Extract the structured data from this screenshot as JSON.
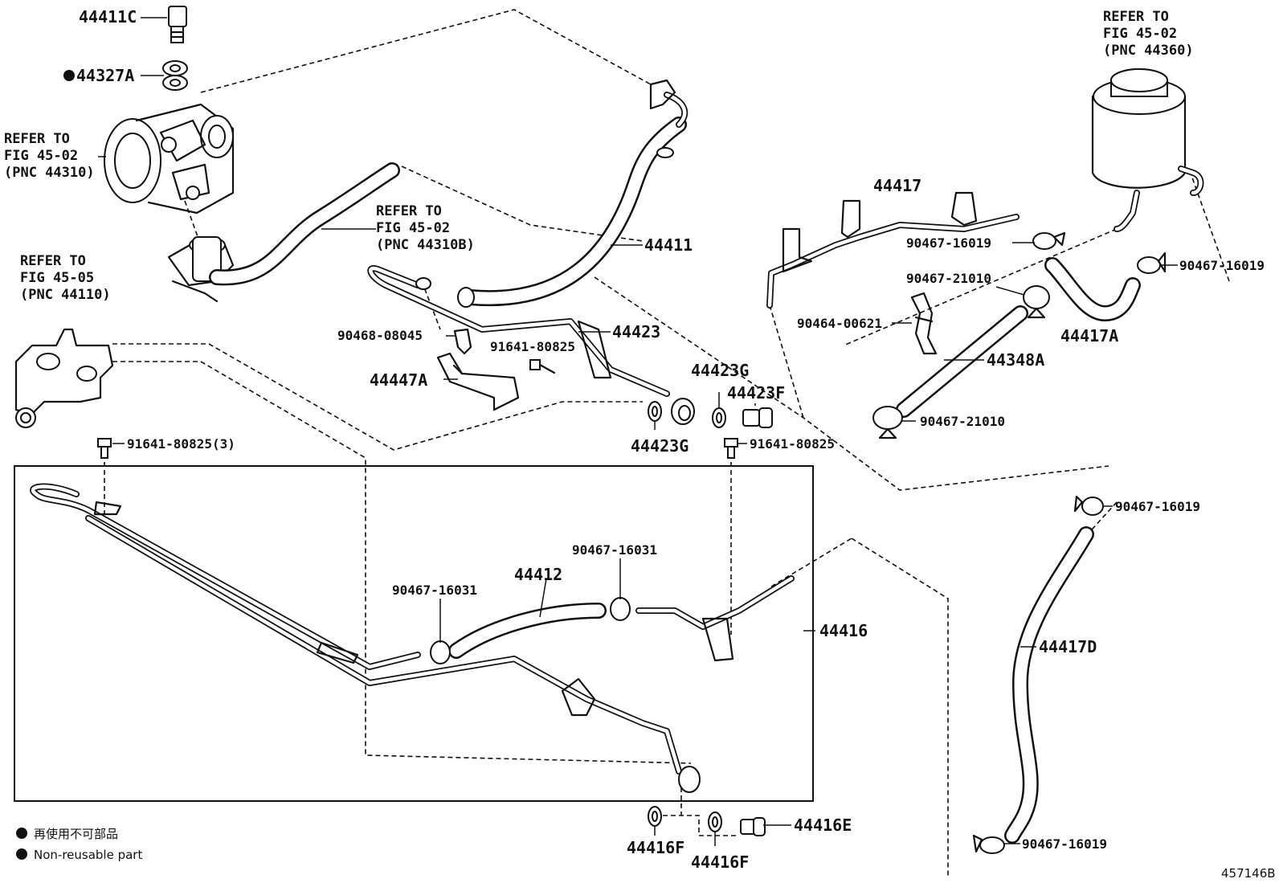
{
  "labels": {
    "p44411C": "44411C",
    "p44327A": "44327A",
    "refer_pump": [
      "REFER TO",
      "FIG 45-02",
      "(PNC 44310)"
    ],
    "refer_pump_b": [
      "REFER TO",
      "FIG 45-02",
      "(PNC 44310B)"
    ],
    "refer_gear": [
      "REFER TO",
      "FIG 45-05",
      "(PNC 44110)"
    ],
    "refer_reservoir": [
      "REFER TO",
      "FIG 45-02",
      "(PNC 44360)"
    ],
    "p44411": "44411",
    "p44423": "44423",
    "p90468_08045": "90468-08045",
    "p91641_80825_a": "91641-80825",
    "p44447A": "44447A",
    "p44423G_a": "44423G",
    "p44423F": "44423F",
    "p44423G_b": "44423G",
    "p91641_80825_b": "91641-80825",
    "p91641_80825_3": "91641-80825(3)",
    "p44417": "44417",
    "p90467_16019_a": "90467-16019",
    "p90467_16019_b": "90467-16019",
    "p90467_21010_a": "90467-21010",
    "p90464_00621": "90464-00621",
    "p44417A": "44417A",
    "p44348A": "44348A",
    "p90467_21010_b": "90467-21010",
    "p90467_16019_c": "90467-16019",
    "p90467_16031_a": "90467-16031",
    "p90467_16031_b": "90467-16031",
    "p44412": "44412",
    "p44416": "44416",
    "p44417D": "44417D",
    "p44416F_a": "44416F",
    "p44416F_b": "44416F",
    "p44416E": "44416E",
    "p90467_16019_d": "90467-16019"
  },
  "legend": {
    "reuse_ja": "再使用不可部品",
    "reuse_en": "Non-reusable part"
  },
  "diagram_id": "457146B"
}
